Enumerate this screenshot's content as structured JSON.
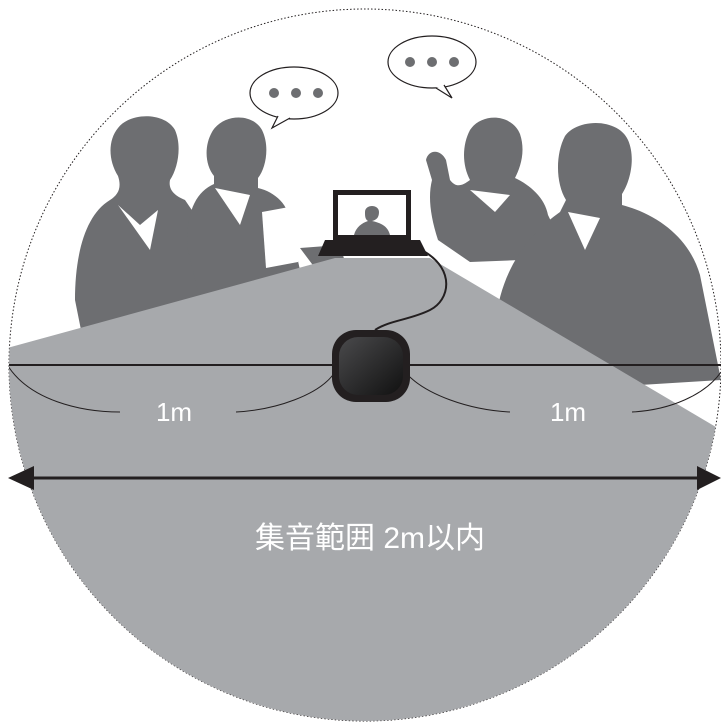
{
  "labels": {
    "left_distance": "1m",
    "right_distance": "1m",
    "pickup_range": "集音範囲 2m以内"
  },
  "bubbles": {
    "dots": "• • •"
  },
  "colors": {
    "silhouette": "#6d6e71",
    "table_area": "#a7a9ac",
    "speakerphone": "#231f20",
    "line": "#231f20",
    "background": "#ffffff"
  },
  "icons": [
    "speech-bubble-icon",
    "laptop-icon",
    "speakerphone-icon",
    "arrow-left-icon",
    "arrow-right-icon"
  ]
}
